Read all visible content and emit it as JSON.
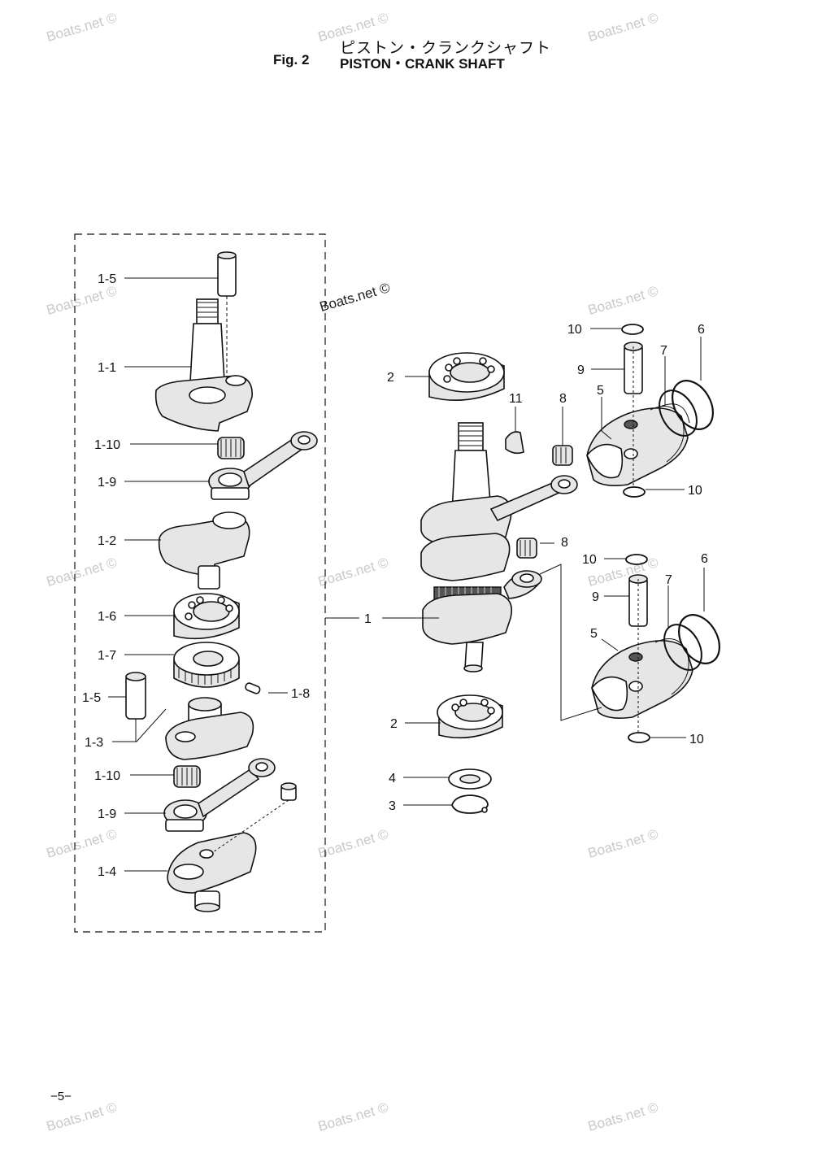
{
  "header": {
    "title_jp": "ピストン・クランクシャフト",
    "fig_label": "Fig. 2",
    "title": "PISTON・CRANK SHAFT"
  },
  "watermark": {
    "text": "Boats.net ©"
  },
  "labels": {
    "l1_5_top": "1-5",
    "l1_1": "1-1",
    "l1_10_top": "1-10",
    "l1_9_top": "1-9",
    "l1_2": "1-2",
    "l1_6": "1-6",
    "l1_7": "1-7",
    "l1_5_bot": "1-5",
    "l1_8": "1-8",
    "l1_3": "1-3",
    "l1_10_bot": "1-10",
    "l1_9_bot": "1-9",
    "l1_4": "1-4",
    "l1": "1",
    "l2_top": "2",
    "l2_bot": "2",
    "l3": "3",
    "l4": "4",
    "l5_top": "5",
    "l5_bot": "5",
    "l6_top": "6",
    "l6_bot": "6",
    "l7_top": "7",
    "l7_bot": "7",
    "l8_top": "8",
    "l8_bot": "8",
    "l9_top": "9",
    "l9_bot": "9",
    "l10_tt": "10",
    "l10_tb": "10",
    "l10_bt": "10",
    "l10_bb": "10",
    "l11": "11"
  },
  "footer": {
    "page_number": "−5−"
  }
}
